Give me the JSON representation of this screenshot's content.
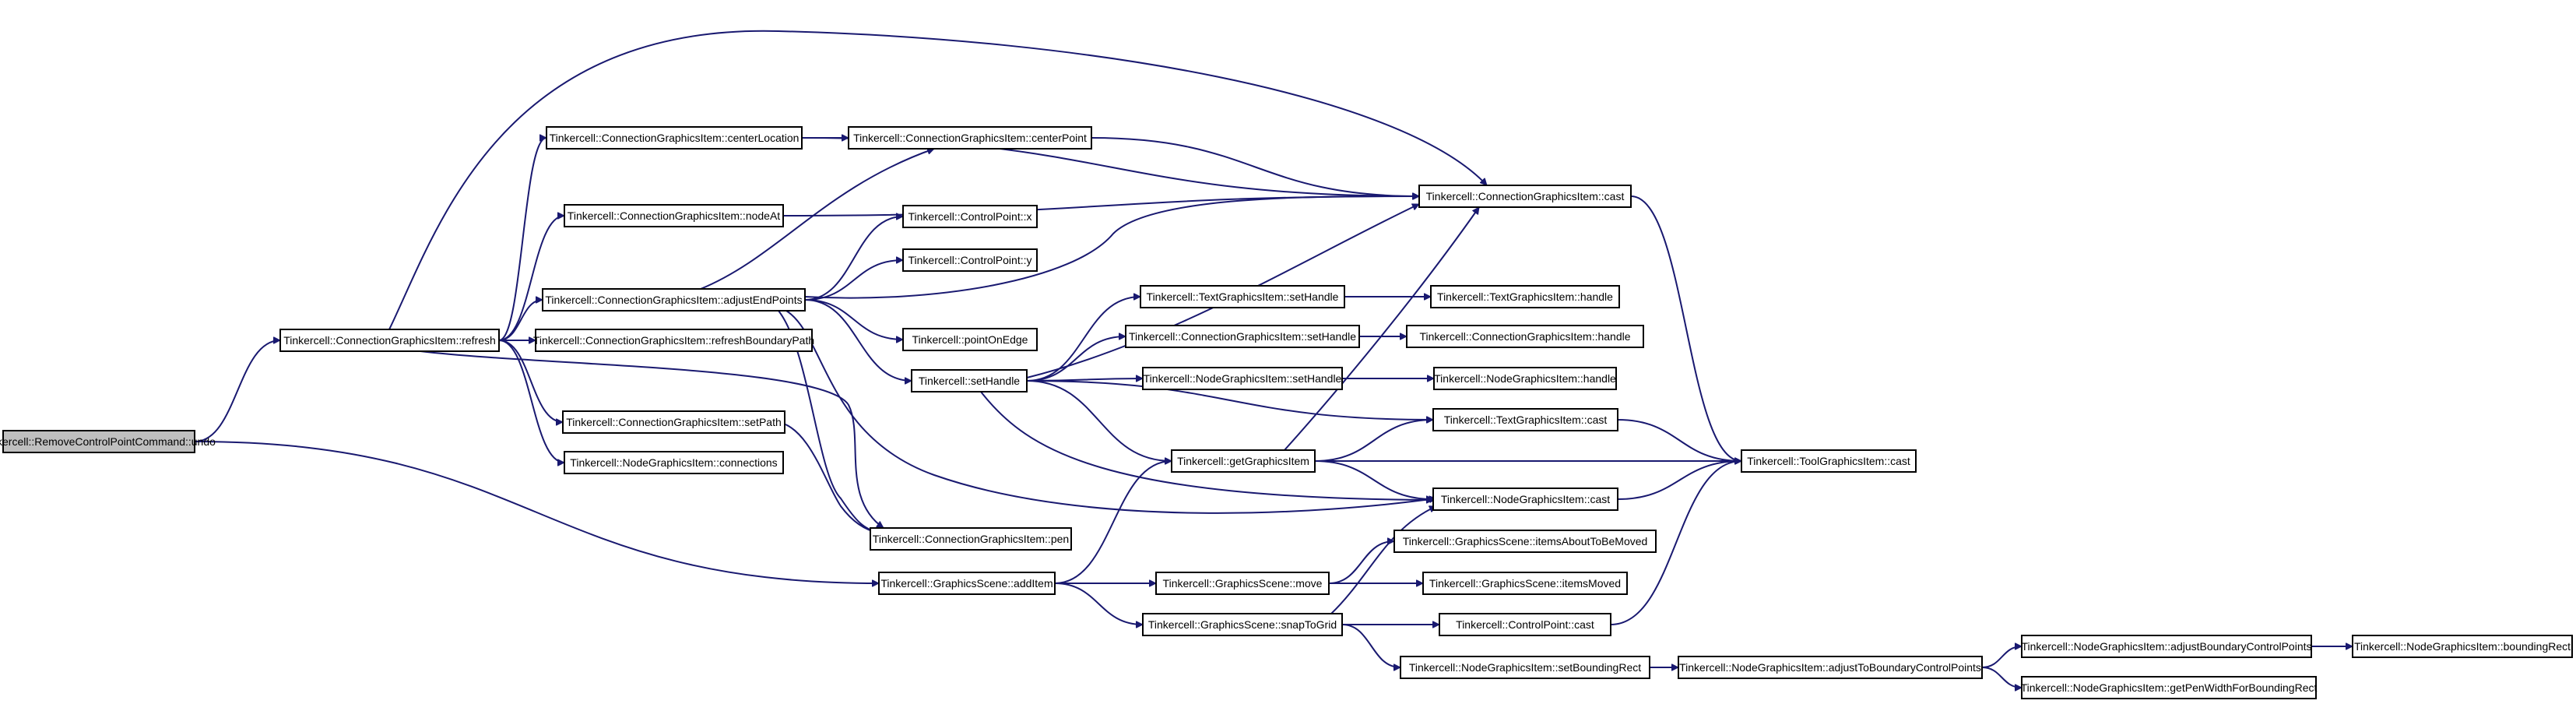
{
  "graph": {
    "colors": {
      "edge": "#191970",
      "root_fill": "#bfbfbf",
      "node_fill": "#ffffff",
      "border": "#000000"
    },
    "nodes": [
      {
        "id": "n_undo",
        "label": "Tinkercell::RemoveControlPointCommand::undo",
        "root": true
      },
      {
        "id": "n_refresh",
        "label": "Tinkercell::ConnectionGraphicsItem::refresh"
      },
      {
        "id": "n_additem",
        "label": "Tinkercell::GraphicsScene::addItem"
      },
      {
        "id": "n_centerloc",
        "label": "Tinkercell::ConnectionGraphicsItem::centerLocation"
      },
      {
        "id": "n_nodeat",
        "label": "Tinkercell::ConnectionGraphicsItem::nodeAt"
      },
      {
        "id": "n_adjend",
        "label": "Tinkercell::ConnectionGraphicsItem::adjustEndPoints"
      },
      {
        "id": "n_refreshbp",
        "label": "Tinkercell::ConnectionGraphicsItem::refreshBoundaryPath"
      },
      {
        "id": "n_setpath",
        "label": "Tinkercell::ConnectionGraphicsItem::setPath"
      },
      {
        "id": "n_conns",
        "label": "Tinkercell::NodeGraphicsItem::connections"
      },
      {
        "id": "n_centerpt",
        "label": "Tinkercell::ConnectionGraphicsItem::centerPoint"
      },
      {
        "id": "n_cpx",
        "label": "Tinkercell::ControlPoint::x"
      },
      {
        "id": "n_cpy",
        "label": "Tinkercell::ControlPoint::y"
      },
      {
        "id": "n_pointonedge",
        "label": "Tinkercell::pointOnEdge"
      },
      {
        "id": "n_sethandle",
        "label": "Tinkercell::setHandle"
      },
      {
        "id": "n_pen",
        "label": "Tinkercell::ConnectionGraphicsItem::pen"
      },
      {
        "id": "n_move",
        "label": "Tinkercell::GraphicsScene::move"
      },
      {
        "id": "n_snap",
        "label": "Tinkercell::GraphicsScene::snapToGrid"
      },
      {
        "id": "n_cgicast",
        "label": "Tinkercell::ConnectionGraphicsItem::cast"
      },
      {
        "id": "n_tgisethandle",
        "label": "Tinkercell::TextGraphicsItem::setHandle"
      },
      {
        "id": "n_cgisethandle",
        "label": "Tinkercell::ConnectionGraphicsItem::setHandle"
      },
      {
        "id": "n_ngisethandle",
        "label": "Tinkercell::NodeGraphicsItem::setHandle"
      },
      {
        "id": "n_getgi",
        "label": "Tinkercell::getGraphicsItem"
      },
      {
        "id": "n_tgicast",
        "label": "Tinkercell::TextGraphicsItem::cast"
      },
      {
        "id": "n_ngicast",
        "label": "Tinkercell::NodeGraphicsItem::cast"
      },
      {
        "id": "n_itemsabout",
        "label": "Tinkercell::GraphicsScene::itemsAboutToBeMoved"
      },
      {
        "id": "n_itemsmoved",
        "label": "Tinkercell::GraphicsScene::itemsMoved"
      },
      {
        "id": "n_cpcast",
        "label": "Tinkercell::ControlPoint::cast"
      },
      {
        "id": "n_setbr",
        "label": "Tinkercell::NodeGraphicsItem::setBoundingRect"
      },
      {
        "id": "n_tgihandle",
        "label": "Tinkercell::TextGraphicsItem::handle"
      },
      {
        "id": "n_cgihandle",
        "label": "Tinkercell::ConnectionGraphicsItem::handle"
      },
      {
        "id": "n_ngihandle",
        "label": "Tinkercell::NodeGraphicsItem::handle"
      },
      {
        "id": "n_toolcast",
        "label": "Tinkercell::ToolGraphicsItem::cast"
      },
      {
        "id": "n_adjtobound",
        "label": "Tinkercell::NodeGraphicsItem::adjustToBoundaryControlPoints"
      },
      {
        "id": "n_adjboundcp",
        "label": "Tinkercell::NodeGraphicsItem::adjustBoundaryControlPoints"
      },
      {
        "id": "n_getpen",
        "label": "Tinkercell::NodeGraphicsItem::getPenWidthForBoundingRect"
      },
      {
        "id": "n_boundrect",
        "label": "Tinkercell::NodeGraphicsItem::boundingRect"
      }
    ],
    "edges": [
      [
        "n_undo",
        "n_refresh"
      ],
      [
        "n_undo",
        "n_additem"
      ],
      [
        "n_refresh",
        "n_centerloc"
      ],
      [
        "n_refresh",
        "n_nodeat"
      ],
      [
        "n_refresh",
        "n_adjend"
      ],
      [
        "n_refresh",
        "n_refreshbp"
      ],
      [
        "n_refresh",
        "n_setpath"
      ],
      [
        "n_refresh",
        "n_conns"
      ],
      [
        "n_refresh",
        "n_pen"
      ],
      [
        "n_refresh",
        "n_cgicast"
      ],
      [
        "n_centerloc",
        "n_centerpt"
      ],
      [
        "n_centerloc",
        "n_cgicast"
      ],
      [
        "n_nodeat",
        "n_cgicast"
      ],
      [
        "n_centerpt",
        "n_cgicast"
      ],
      [
        "n_adjend",
        "n_centerpt"
      ],
      [
        "n_adjend",
        "n_cpx"
      ],
      [
        "n_adjend",
        "n_cpy"
      ],
      [
        "n_adjend",
        "n_cgicast"
      ],
      [
        "n_adjend",
        "n_pointonedge"
      ],
      [
        "n_adjend",
        "n_sethandle"
      ],
      [
        "n_adjend",
        "n_pen"
      ],
      [
        "n_adjend",
        "n_ngicast"
      ],
      [
        "n_setpath",
        "n_pen"
      ],
      [
        "n_additem",
        "n_getgi"
      ],
      [
        "n_additem",
        "n_move"
      ],
      [
        "n_additem",
        "n_snap"
      ],
      [
        "n_sethandle",
        "n_tgisethandle"
      ],
      [
        "n_sethandle",
        "n_cgisethandle"
      ],
      [
        "n_sethandle",
        "n_ngisethandle"
      ],
      [
        "n_sethandle",
        "n_cgicast"
      ],
      [
        "n_sethandle",
        "n_tgicast"
      ],
      [
        "n_sethandle",
        "n_getgi"
      ],
      [
        "n_sethandle",
        "n_ngicast"
      ],
      [
        "n_tgisethandle",
        "n_tgihandle"
      ],
      [
        "n_cgisethandle",
        "n_cgihandle"
      ],
      [
        "n_ngisethandle",
        "n_ngihandle"
      ],
      [
        "n_getgi",
        "n_cgicast"
      ],
      [
        "n_getgi",
        "n_tgicast"
      ],
      [
        "n_getgi",
        "n_ngicast"
      ],
      [
        "n_getgi",
        "n_toolcast"
      ],
      [
        "n_cgicast",
        "n_toolcast"
      ],
      [
        "n_tgicast",
        "n_toolcast"
      ],
      [
        "n_ngicast",
        "n_toolcast"
      ],
      [
        "n_move",
        "n_itemsabout"
      ],
      [
        "n_move",
        "n_itemsmoved"
      ],
      [
        "n_snap",
        "n_ngicast"
      ],
      [
        "n_snap",
        "n_cpcast"
      ],
      [
        "n_snap",
        "n_setbr"
      ],
      [
        "n_cpcast",
        "n_toolcast"
      ],
      [
        "n_setbr",
        "n_adjtobound"
      ],
      [
        "n_adjtobound",
        "n_adjboundcp"
      ],
      [
        "n_adjtobound",
        "n_getpen"
      ],
      [
        "n_adjboundcp",
        "n_boundrect"
      ]
    ]
  }
}
